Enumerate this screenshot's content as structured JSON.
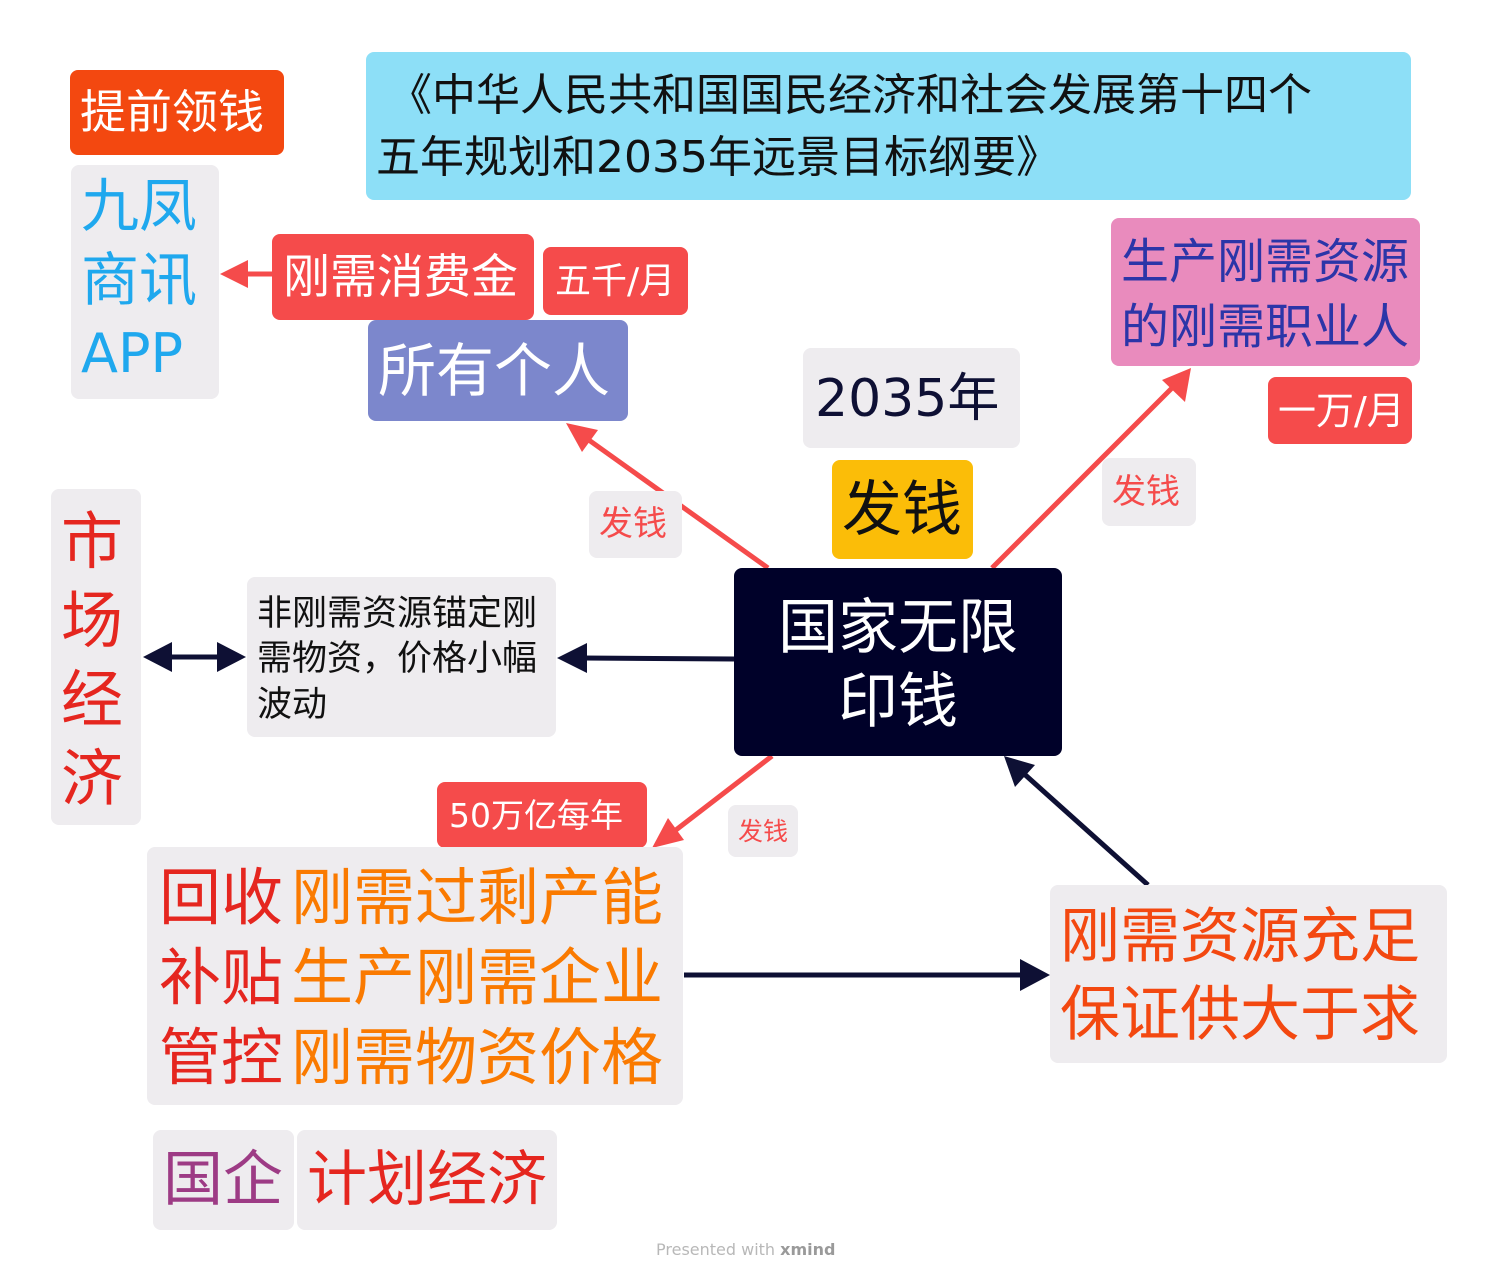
{
  "colors": {
    "grey_box": "#eeecef",
    "title_bg": "#8ddff7",
    "red": "#f54b4b",
    "orange_red": "#f34810",
    "blue_text": "#1fa8ee",
    "center_bg": "#000129",
    "slate_blue": "#7c87cc",
    "pink": "#e98bbd",
    "gold": "#fbbd08",
    "navy": "#0e1034",
    "orange": "#fa7a00",
    "crimson": "#e5261f",
    "purple": "#9d3b85"
  },
  "title": {
    "line1": "《中华人民共和国国民经济和社会发展第十四个",
    "line2": "五年规划和2035年远景目标纲要》"
  },
  "early_money": {
    "label": "提前领钱",
    "app": [
      "九凤",
      "商讯",
      "APP"
    ]
  },
  "consumption": {
    "label": "刚需消费金",
    "amount": "五千/月"
  },
  "all_individuals": "所有个人",
  "year": "2035年",
  "give_money_main": "发钱",
  "center": {
    "line1": "国家无限",
    "line2": "印钱"
  },
  "producers": {
    "line1": "生产刚需资源",
    "line2": "的刚需职业人",
    "amount": "一万/月"
  },
  "edge_labels": {
    "left_up": "发钱",
    "right_up": "发钱",
    "down": "发钱"
  },
  "market": {
    "chars": [
      "市",
      "场",
      "经",
      "济"
    ]
  },
  "non_essential": {
    "line1": "非刚需资源锚定刚",
    "line2": "需物资，价格小幅",
    "line3": "波动"
  },
  "annual": "50万亿每年",
  "actions": {
    "verbs": [
      "回收",
      "补贴",
      "管控"
    ],
    "objects": [
      "刚需过剩产能",
      "生产刚需企业",
      "刚需物资价格"
    ]
  },
  "sufficient": {
    "line1": "刚需资源充足",
    "line2": "保证供大于求"
  },
  "state_enterprise": "国企",
  "planned_economy": "计划经济",
  "footer": {
    "prefix": "Presented with ",
    "brand": "xmind"
  }
}
